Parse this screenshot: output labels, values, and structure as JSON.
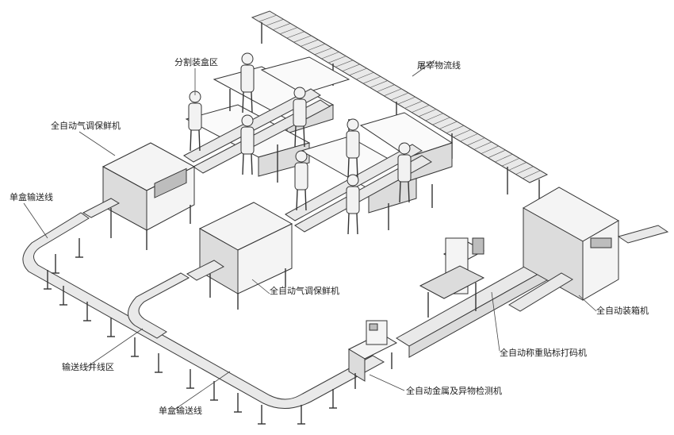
{
  "labels": {
    "clean_logistics_line": "屠宰物流线",
    "split_boxing_area": "分割装盒区",
    "map_machine_top": "全自动气调保鲜机",
    "single_box_conveyor_left": "单盒输送线",
    "map_machine_middle": "全自动气调保鲜机",
    "auto_case_packer": "全自动装箱机",
    "conveyor_merge_area": "输送线并线区",
    "weigh_label_coder": "全自动称重贴标打码机",
    "metal_detector": "全自动金属及异物检测机",
    "single_box_conveyor_bottom": "单盒输送线"
  },
  "icons": {
    "worker": "worker-figure-icon",
    "roller": "roller-conveyor-icon",
    "machine": "packaging-machine-icon"
  },
  "colors": {
    "line": "#444444",
    "belt": "#e9e9e9",
    "machine_body": "#f4f4f4",
    "background": "#ffffff"
  }
}
